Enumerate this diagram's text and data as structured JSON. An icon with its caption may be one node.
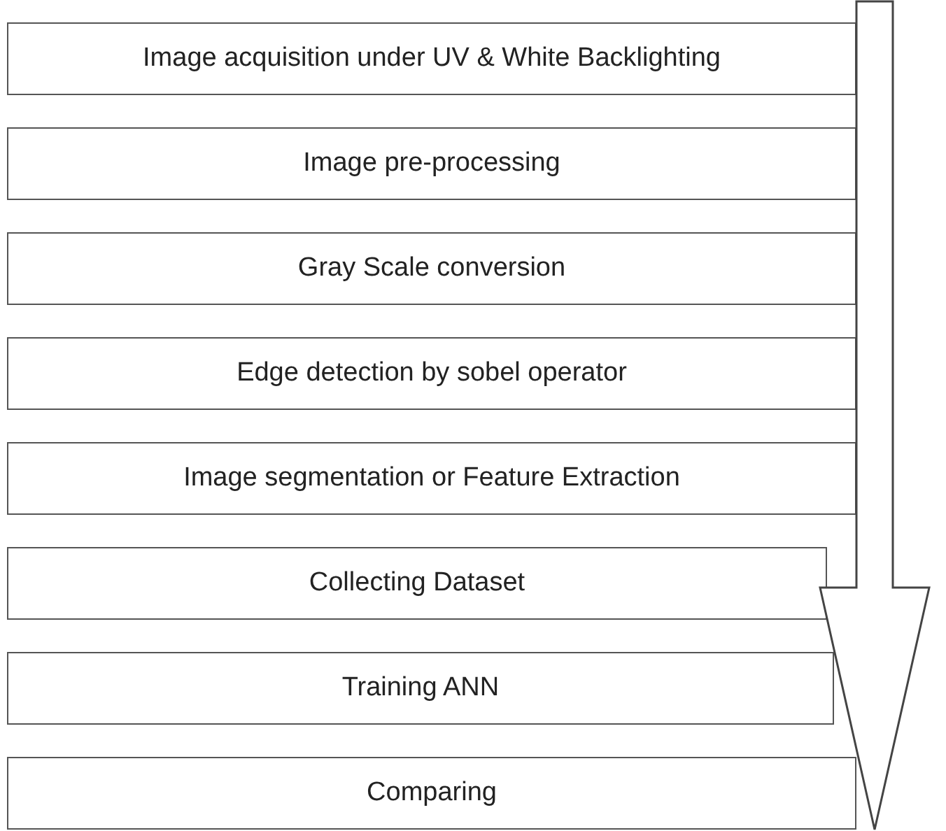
{
  "diagram": {
    "nodes": [
      {
        "text": [
          "Image acquisition under UV & White Backlighting"
        ]
      },
      {
        "text": [
          "Image pre-processing"
        ]
      },
      {
        "text": [
          "Gray Scale conversion"
        ]
      },
      {
        "text": [
          "Edge detection by sobel operator"
        ]
      },
      {
        "text": [
          "Image segmentation or Feature Extraction"
        ]
      },
      {
        "text": [
          "Collecting Dataset"
        ]
      },
      {
        "text": [
          "Training ANN"
        ]
      },
      {
        "text": [
          "Comparing"
        ]
      }
    ],
    "edges": [
      {
        "from": 0,
        "to": 7,
        "arrow": "to"
      }
    ]
  }
}
